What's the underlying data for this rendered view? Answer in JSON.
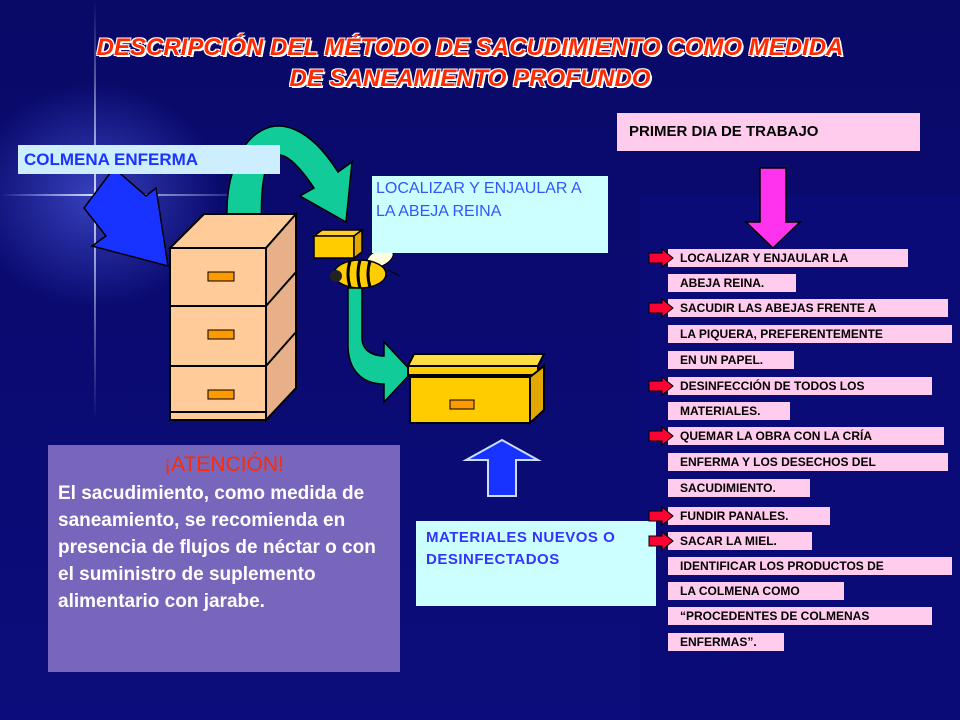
{
  "title": {
    "line1": "DESCRIPCIÓN DEL MÉTODO DE SACUDIMIENTO COMO MEDIDA",
    "line2": "DE SANEAMIENTO PROFUNDO"
  },
  "labels": {
    "colmena_enferma": "COLMENA ENFERMA",
    "localizar": "LOCALIZAR Y ENJAULAR A LA ABEJA REINA",
    "primer_dia": "PRIMER DIA DE TRABAJO",
    "materiales": "MATERIALES NUEVOS O DESINFECTADOS"
  },
  "attention": {
    "heading": "¡ATENCIÓN!",
    "body": "El sacudimiento, como medida de saneamiento, se recomienda en presencia de flujos de néctar o con el suministro de suplemento alimentario con jarabe."
  },
  "steps": [
    {
      "text": "LOCALIZAR Y ENJAULAR LA",
      "arrow": true
    },
    {
      "text": "ABEJA REINA.",
      "arrow": false
    },
    {
      "text": "SACUDIR LAS ABEJAS FRENTE A",
      "arrow": true
    },
    {
      "text": "LA PIQUERA, PREFERENTEMENTE",
      "arrow": false
    },
    {
      "text": "EN UN PAPEL.",
      "arrow": false
    },
    {
      "text": "DESINFECCIÓN DE TODOS LOS",
      "arrow": true
    },
    {
      "text": "MATERIALES.",
      "arrow": false
    },
    {
      "text": "QUEMAR LA OBRA CON LA CRÍA",
      "arrow": true
    },
    {
      "text": "ENFERMA Y LOS DESECHOS DEL",
      "arrow": false
    },
    {
      "text": "SACUDIMIENTO.",
      "arrow": false
    },
    {
      "text": "FUNDIR PANALES.",
      "arrow": true
    },
    {
      "text": "SACAR LA MIEL.",
      "arrow": true
    },
    {
      "text": "IDENTIFICAR LOS PRODUCTOS DE",
      "arrow": false
    },
    {
      "text": "LA COLMENA COMO",
      "arrow": false
    },
    {
      "text": "“PROCEDENTES DE COLMENAS",
      "arrow": false
    },
    {
      "text": "ENFERMAS”.",
      "arrow": false
    }
  ],
  "colors": {
    "background": "#0a0a72",
    "title": "#ff2a00",
    "step_box": "#ffccee",
    "step_arrow": "#ff0033",
    "curved_arrow": "#11cc99",
    "down_arrow": "#ff33ee",
    "hive": "#ffcc99",
    "new_box": "#ffcc00"
  }
}
